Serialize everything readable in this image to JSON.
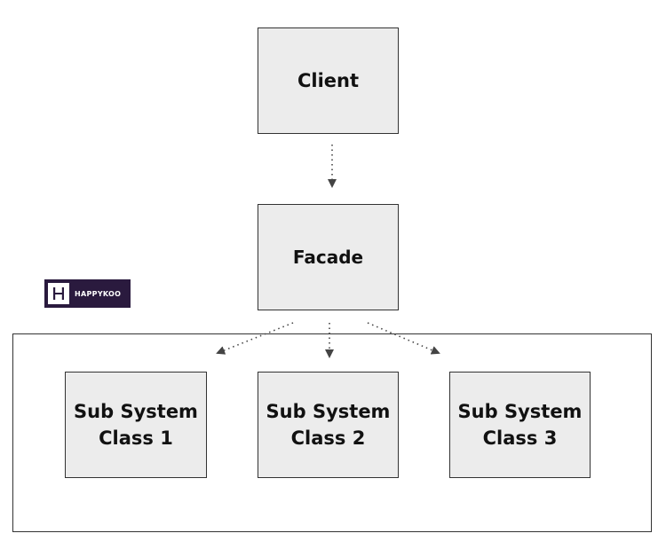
{
  "nodes": {
    "client": "Client",
    "facade": "Facade",
    "sub1": "Sub System\nClass 1",
    "sub2": "Sub System\nClass 2",
    "sub3": "Sub System\nClass 3"
  },
  "logo": {
    "text": "HAPPYKOO"
  },
  "edges": [
    {
      "from": "Client",
      "to": "Facade"
    },
    {
      "from": "Facade",
      "to": "Sub System Class 1"
    },
    {
      "from": "Facade",
      "to": "Sub System Class 2"
    },
    {
      "from": "Facade",
      "to": "Sub System Class 3"
    }
  ],
  "colors": {
    "box_fill": "#ececec",
    "border": "#333333",
    "logo_bg": "#2a1a3e"
  }
}
